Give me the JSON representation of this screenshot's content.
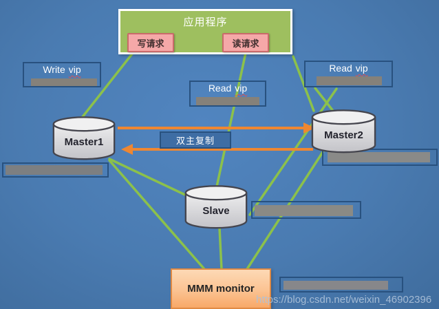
{
  "app_box": {
    "title": "应用程序",
    "write_button": "写请求",
    "read_button": "读请求"
  },
  "vip_labels": {
    "write": {
      "word": "Write",
      "vip": "vip"
    },
    "read_mid": {
      "word": "Read",
      "vip": "vip"
    },
    "read_right": {
      "word": "Read",
      "vip": "vip"
    }
  },
  "databases": {
    "master1": "Master1",
    "master2": "Master2",
    "slave": "Slave"
  },
  "replication": {
    "label": "双主复制"
  },
  "monitor": {
    "label": "MMM monitor"
  },
  "watermark": {
    "text": "https://blog.csdn.net/weixin_46902396"
  },
  "colors": {
    "background": "#4a7bb1",
    "app_box_green": "#9ebf5f",
    "request_button_pink": "#f5a8a8",
    "connector_green": "#8cc14b",
    "arrow_orange": "#ee8732",
    "monitor_orange": "#fbc392",
    "label_border_navy": "#28517f",
    "redaction_gray": "#85817a"
  }
}
